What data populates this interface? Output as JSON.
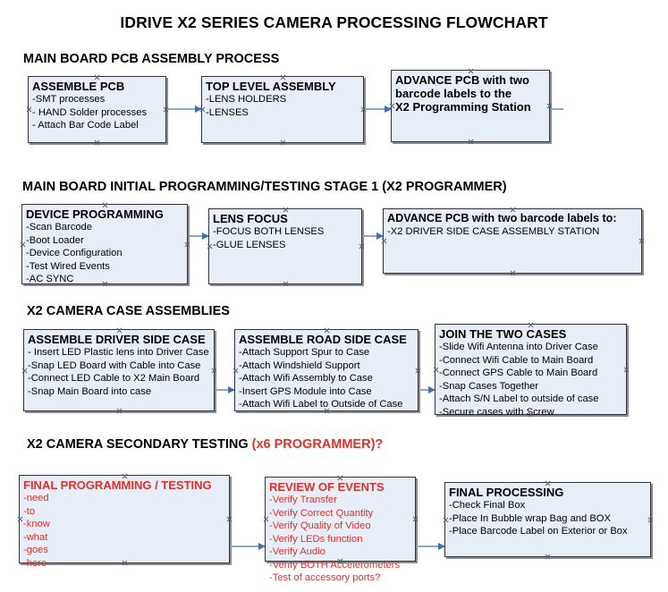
{
  "document": {
    "title": "IDRIVE X2  SERIES CAMERA PROCESSING FLOWCHART"
  },
  "theme": {
    "node_fill": "#e8eef7",
    "node_border": "#31323a",
    "connector": "#8fa9c4",
    "arrow": "#3f6fb5",
    "text": "#000000",
    "accent_red": "#e0302a"
  },
  "sections": [
    {
      "id": "pcb-assembly",
      "heading": "MAIN BOARD PCB ASSEMBLY PROCESS",
      "heading_accent": "",
      "nodes": [
        {
          "id": "assemble-pcb",
          "title": "ASSEMBLE PCB",
          "lines": [
            "-SMT processes",
            "- HAND Solder processes",
            "- Attach Bar Code Label"
          ]
        },
        {
          "id": "top-level-assembly",
          "title": "TOP LEVEL ASSEMBLY",
          "lines": [
            "-LENS HOLDERS",
            "-LENSES"
          ]
        },
        {
          "id": "advance-pcb-programming-station",
          "title": "ADVANCE PCB with two",
          "lines": [
            "barcode labels to the",
            " X2 Programming Station"
          ]
        }
      ]
    },
    {
      "id": "initial-programming",
      "heading": "MAIN BOARD INITIAL PROGRAMMING/TESTING STAGE 1 (X2 PROGRAMMER)",
      "heading_accent": "",
      "nodes": [
        {
          "id": "device-programming",
          "title": "DEVICE PROGRAMMING",
          "lines": [
            "-Scan Barcode",
            "-Boot Loader",
            "-Device Configuration",
            "-Test Wired Events",
            "-AC SYNC"
          ]
        },
        {
          "id": "lens-focus",
          "title": "LENS FOCUS",
          "lines": [
            "-FOCUS BOTH LENSES",
            "-GLUE LENSES"
          ]
        },
        {
          "id": "advance-pcb-driver-side",
          "title": "ADVANCE PCB with two barcode labels to:",
          "lines": [
            "-X2 DRIVER  SIDE  CASE  ASSEMBLY STATION"
          ]
        }
      ]
    },
    {
      "id": "case-assemblies",
      "heading": "X2 CAMERA CASE ASSEMBLIES",
      "heading_accent": "",
      "nodes": [
        {
          "id": "assemble-driver-side-case",
          "title": "ASSEMBLE DRIVER SIDE CASE",
          "lines": [
            "- Insert LED Plastic lens into Driver Case",
            "-Snap LED Board with Cable into Case",
            "-Connect LED Cable to X2 Main Board",
            "-Snap Main Board into case"
          ]
        },
        {
          "id": "assemble-road-side-case",
          "title": "ASSEMBLE ROAD SIDE CASE",
          "lines": [
            "-Attach Support Spur to Case",
            "-Attach Windshield Support",
            "-Attach Wifi Assembly to Case",
            "-Insert GPS Module into Case",
            "-Attach Wifi Label to Outside of Case"
          ]
        },
        {
          "id": "join-the-two-cases",
          "title": "JOIN THE TWO CASES",
          "lines": [
            "-Slide Wifi Antenna into Driver Case",
            "-Connect Wifi Cable to Main Board",
            "-Connect GPS Cable to Main Board",
            "-Snap Cases Together",
            "-Attach S/N Label to outside of case",
            "-Secure cases with Screw"
          ]
        }
      ]
    },
    {
      "id": "secondary-testing",
      "heading": "X2 CAMERA SECONDARY TESTING ",
      "heading_accent": "(x6 PROGRAMMER)?",
      "nodes": [
        {
          "id": "final-programming-testing",
          "title": "FINAL PROGRAMMING / TESTING",
          "lines": [
            "-need",
            "-to",
            "-know",
            "-what",
            "-goes",
            "-here"
          ]
        },
        {
          "id": "review-of-events",
          "title": "REVIEW OF EVENTS",
          "lines": [
            "-Verify Transfer",
            "-Verify Correct Quantity",
            "-Verify Quality of Video",
            "-Verify LEDs function",
            "-Verify Audio",
            "-Verify BOTH Accelerometers",
            "-Test of accessory ports?"
          ]
        },
        {
          "id": "final-processing",
          "title": "FINAL PROCESSING",
          "lines": [
            " -Check Final Box",
            "-Place In Bubble wrap Bag and BOX",
            "-Place Barcode Label on Exterior or Box"
          ]
        }
      ]
    }
  ]
}
